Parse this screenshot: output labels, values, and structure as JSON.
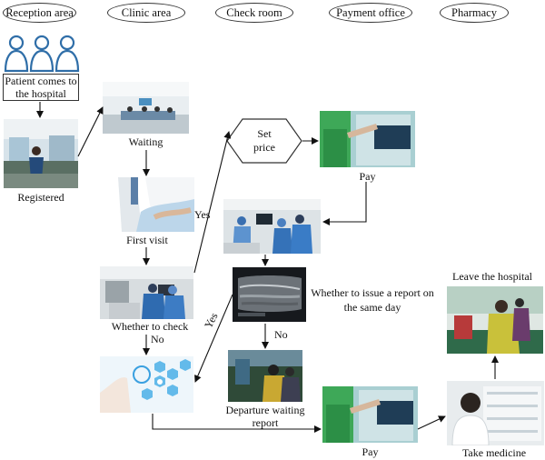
{
  "columns": [
    "Reception area",
    "Clinic area",
    "Check room",
    "Payment office",
    "Pharmacy"
  ],
  "labels": {
    "patient_comes": "Patient comes to the hospital",
    "registered": "Registered",
    "waiting": "Waiting",
    "first_visit": "First visit",
    "yes_upper": "Yes",
    "whether_to_check": "Whether to check",
    "no_check": "No",
    "yes_lower": "Yes",
    "set_price": "Set price",
    "pay_top": "Pay",
    "report_question": "Whether to issue a report on the same day",
    "no_report": "No",
    "departure": "Departure waiting report",
    "pay_bottom": "Pay",
    "take_medicine": "Take medicine",
    "leave_hospital": "Leave the hospital"
  },
  "icons": {
    "patients": "patients-group-icon",
    "arrow": "arrow-icon"
  },
  "colors": {
    "outline": "#333333",
    "patient_icon": "#2f6ea8",
    "arrow": "#111111"
  }
}
